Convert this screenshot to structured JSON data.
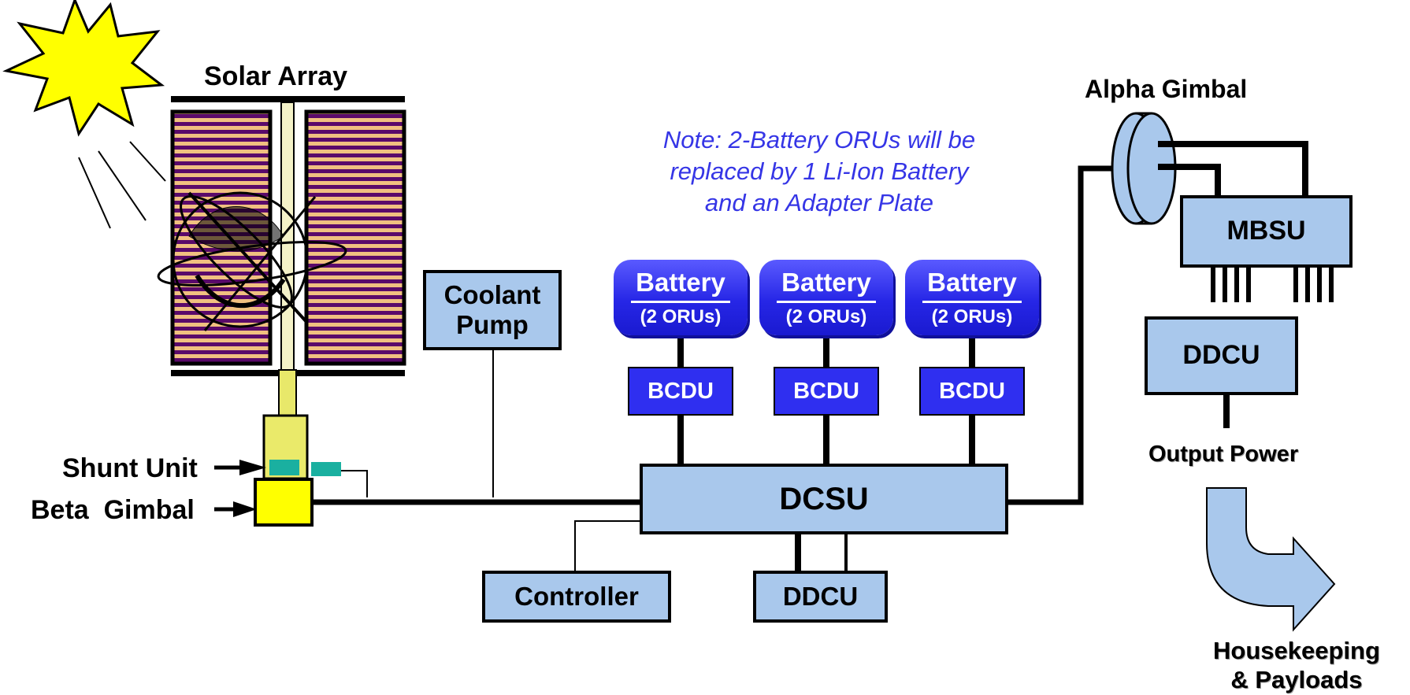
{
  "labels": {
    "solar_array": "Solar Array",
    "alpha_gimbal": "Alpha Gimbal",
    "shunt_unit": "Shunt Unit",
    "beta_gimbal": "Beta  Gimbal",
    "output_power": "Output Power",
    "housekeeping_line1": "Housekeeping",
    "housekeeping_line2": "& Payloads"
  },
  "note": {
    "line1": "Note: 2-Battery ORUs will be",
    "line2": "replaced by 1 Li-Ion Battery",
    "line3": "and an Adapter Plate"
  },
  "boxes": {
    "coolant_pump_line1": "Coolant",
    "coolant_pump_line2": "Pump",
    "controller": "Controller",
    "dcsu": "DCSU",
    "ddcu_bottom": "DDCU",
    "ddcu_right": "DDCU",
    "mbsu": "MBSU"
  },
  "batteries": [
    {
      "title": "Battery",
      "sub": "(2 ORUs)",
      "converter": "BCDU"
    },
    {
      "title": "Battery",
      "sub": "(2 ORUs)",
      "converter": "BCDU"
    },
    {
      "title": "Battery",
      "sub": "(2 ORUs)",
      "converter": "BCDU"
    }
  ],
  "colors": {
    "component_fill": "#a9c8ec",
    "battery_fill": "#2f2ff0",
    "note_text": "#3535e6",
    "sun": "#ffff00",
    "gimbal": "#ffff00",
    "shunt": "#1ab0a0",
    "solar_stripe_a": "#f0c080",
    "solar_stripe_b": "#5a0a6a"
  }
}
